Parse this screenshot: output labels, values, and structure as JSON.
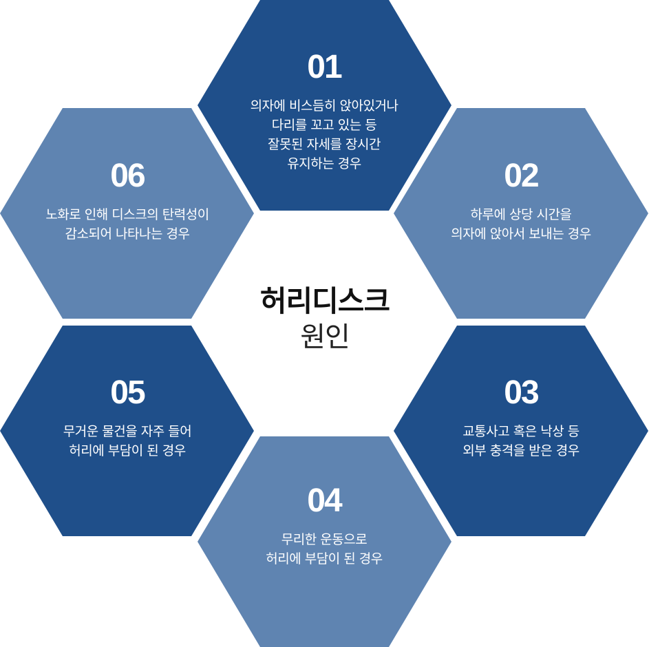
{
  "center": {
    "title": "허리디스크",
    "subtitle": "원인"
  },
  "colors": {
    "dark": "#1f4f8a",
    "light": "#5f84b1",
    "center_text": "#111111"
  },
  "causes": [
    {
      "number": "01",
      "tone": "dark",
      "lines": [
        "의자에 비스듬히 앉아있거나",
        "다리를 꼬고 있는 등",
        "잘못된 자세를 장시간",
        "유지하는 경우"
      ]
    },
    {
      "number": "02",
      "tone": "light",
      "lines": [
        "하루에 상당 시간을",
        "의자에 앉아서 보내는 경우"
      ]
    },
    {
      "number": "03",
      "tone": "dark",
      "lines": [
        "교통사고 혹은 낙상 등",
        "외부 충격을 받은 경우"
      ]
    },
    {
      "number": "04",
      "tone": "light",
      "lines": [
        "무리한 운동으로",
        "허리에 부담이 된 경우"
      ]
    },
    {
      "number": "05",
      "tone": "dark",
      "lines": [
        "무거운 물건을 자주 들어",
        "허리에 부담이 된 경우"
      ]
    },
    {
      "number": "06",
      "tone": "light",
      "lines": [
        "노화로 인해 디스크의 탄력성이",
        "감소되어 나타나는 경우"
      ]
    }
  ]
}
